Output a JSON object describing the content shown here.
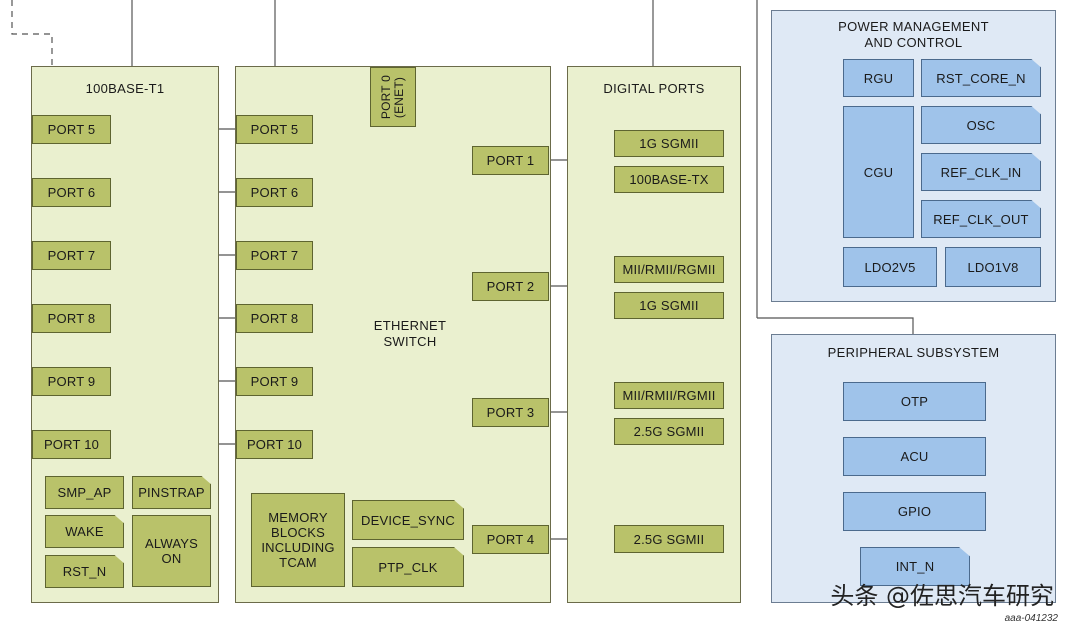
{
  "panels": {
    "base_t1": "100BASE-T1",
    "ethernet_switch": "ETHERNET\nSWITCH",
    "digital_ports": "DIGITAL PORTS",
    "power_mgmt": "POWER MANAGEMENT\nAND CONTROL",
    "peripheral": "PERIPHERAL SUBSYSTEM"
  },
  "t1_ports": [
    "PORT 5",
    "PORT 6",
    "PORT 7",
    "PORT 8",
    "PORT 9",
    "PORT 10"
  ],
  "switch_left_ports": [
    "PORT 5",
    "PORT 6",
    "PORT 7",
    "PORT 8",
    "PORT 9",
    "PORT 10"
  ],
  "port0": "PORT 0\n(ENET)",
  "switch_right_ports": [
    "PORT 1",
    "PORT 2",
    "PORT 3",
    "PORT 4"
  ],
  "t1_misc": {
    "smp_ap": "SMP_AP",
    "pinstrap": "PINSTRAP",
    "wake": "WAKE",
    "always_on": "ALWAYS\nON",
    "rst_n": "RST_N"
  },
  "switch_misc": {
    "memory": "MEMORY\nBLOCKS\nINCLUDING\nTCAM",
    "device_sync": "DEVICE_SYNC",
    "ptp_clk": "PTP_CLK"
  },
  "digital": {
    "p1_a": "1G SGMII",
    "p1_b": "100BASE-TX",
    "p2_a": "MII/RMII/RGMII",
    "p2_b": "1G SGMII",
    "p3_a": "MII/RMII/RGMII",
    "p3_b": "2.5G SGMII",
    "p4": "2.5G SGMII"
  },
  "power": {
    "rgu": "RGU",
    "rst_core_n": "RST_CORE_N",
    "cgu": "CGU",
    "osc": "OSC",
    "ref_clk_in": "REF_CLK_IN",
    "ref_clk_out": "REF_CLK_OUT",
    "ldo2v5": "LDO2V5",
    "ldo1v8": "LDO1V8"
  },
  "peripheral_items": {
    "otp": "OTP",
    "acu": "ACU",
    "gpio": "GPIO",
    "int_n": "INT_N"
  },
  "overlay": {
    "watermark": "头条 @佐思汽车研究",
    "figure_id": "aaa-041232"
  },
  "colors": {
    "olive_fill": "#b9c26a",
    "olive_panel": "#eaf0cf",
    "blue_fill": "#9fc3ea",
    "blue_panel": "#dfe9f5"
  }
}
